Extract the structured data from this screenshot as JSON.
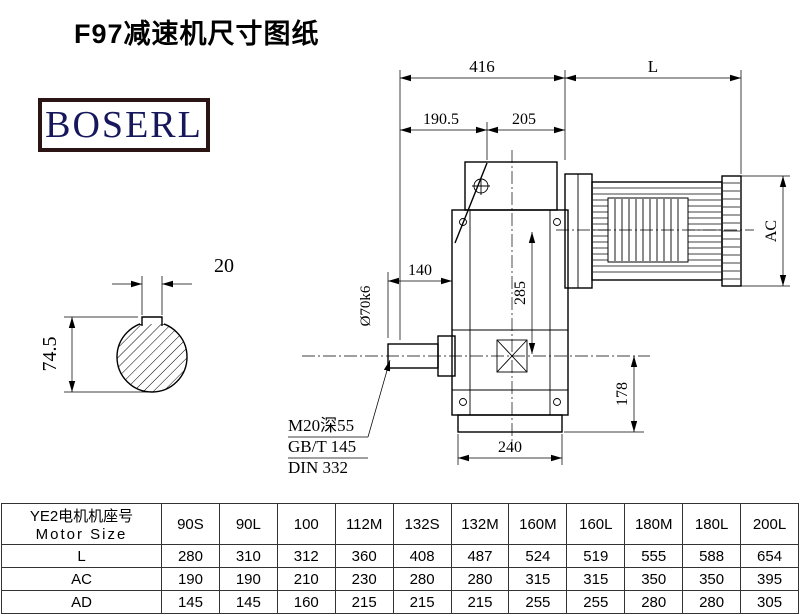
{
  "title": "F97减速机尺寸图纸",
  "logo": {
    "text": "BOSERL"
  },
  "drawing": {
    "dims": {
      "d416": "416",
      "dL": "L",
      "d190": "190.5",
      "d205": "205",
      "d140": "140",
      "dia": "Ø70k6",
      "d285": "285",
      "d178": "178",
      "dAC": "AC",
      "d240": "240",
      "d20": "20",
      "d74": "74.5",
      "note_thread": "M20深55",
      "note_gb": "GB/T 145",
      "note_din": "DIN 332"
    }
  },
  "table": {
    "header_cn": "YE2电机机座号",
    "header_en": "Motor Size",
    "columns": [
      "90S",
      "90L",
      "100",
      "112M",
      "132S",
      "132M",
      "160M",
      "160L",
      "180M",
      "180L",
      "200L"
    ],
    "rows": [
      {
        "label": "L",
        "values": [
          "280",
          "310",
          "312",
          "360",
          "408",
          "487",
          "524",
          "519",
          "555",
          "588",
          "654"
        ]
      },
      {
        "label": "AC",
        "values": [
          "190",
          "190",
          "210",
          "230",
          "280",
          "280",
          "315",
          "315",
          "350",
          "350",
          "395"
        ]
      },
      {
        "label": "AD",
        "values": [
          "145",
          "145",
          "160",
          "215",
          "215",
          "215",
          "255",
          "255",
          "280",
          "280",
          "305"
        ]
      }
    ]
  }
}
